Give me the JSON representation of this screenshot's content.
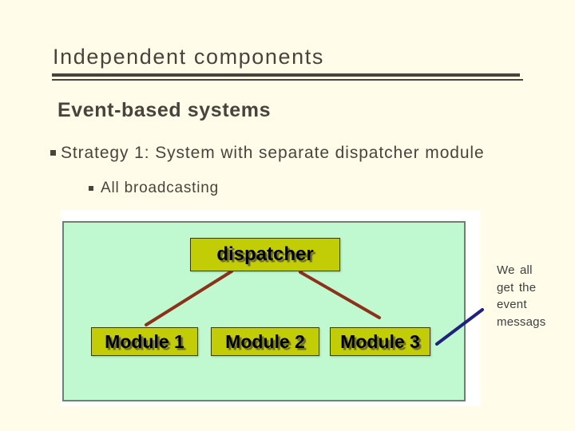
{
  "slide": {
    "title": "Independent components",
    "heading": "Event-based systems",
    "bullets": [
      {
        "level": 1,
        "text": "Strategy 1: System with separate dispatcher module"
      },
      {
        "level": 2,
        "text": "All broadcasting"
      }
    ]
  },
  "diagram": {
    "dispatcher_label": "dispatcher",
    "modules": [
      {
        "label": "Module 1"
      },
      {
        "label": "Module 2"
      },
      {
        "label": "Module 3"
      }
    ],
    "annotation_lines": [
      "We all",
      "get the",
      "event",
      "messags"
    ],
    "colors": {
      "panel_background": "#c0f8d0",
      "panel_border": "#6f7f73",
      "box_fill": "#c3cd06",
      "box_border": "#3c3c08",
      "box_text": "#000000",
      "connector_red": "#8c321a",
      "connector_blue": "#20207f"
    }
  },
  "theme": {
    "background": "#fffdea",
    "text_color": "#49443b",
    "rule_color": "#49443b",
    "annotation_text_color": "#3e3e3e",
    "canvas_background": "#ffffff"
  }
}
